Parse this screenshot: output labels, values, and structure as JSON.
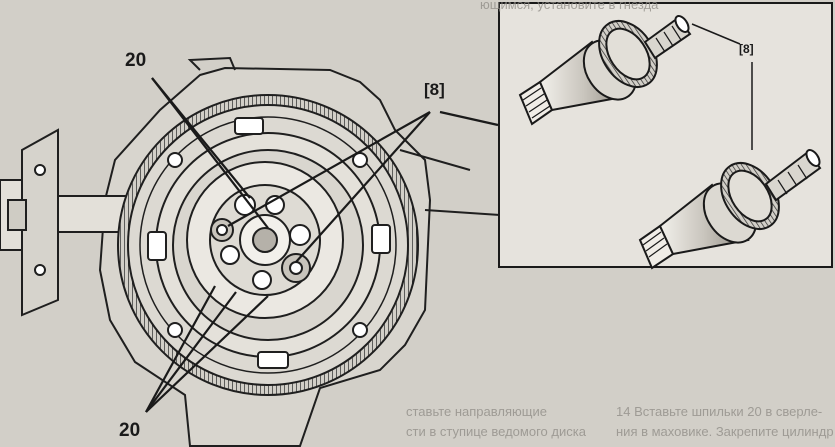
{
  "labels": {
    "tool_callout_main": "[8]",
    "tool_callout_inset": "[8]",
    "bolt_callout_top": "20",
    "bolt_callout_bottom": "20"
  },
  "background_text": {
    "top_right": "ющимся, установите в гнезда",
    "bottom_left": "ставьте направляющие",
    "bottom_right": "14 Вставьте шпильки 20 в сверле-",
    "bottom_left_2": "сти в ступице ведомого диска",
    "bottom_right_2": "ния в маховике. Закрепите цилиндр"
  },
  "colors": {
    "paper": "#d2cfc8",
    "ink": "#1a1a1a",
    "inset_bg": "#e6e3dd"
  }
}
